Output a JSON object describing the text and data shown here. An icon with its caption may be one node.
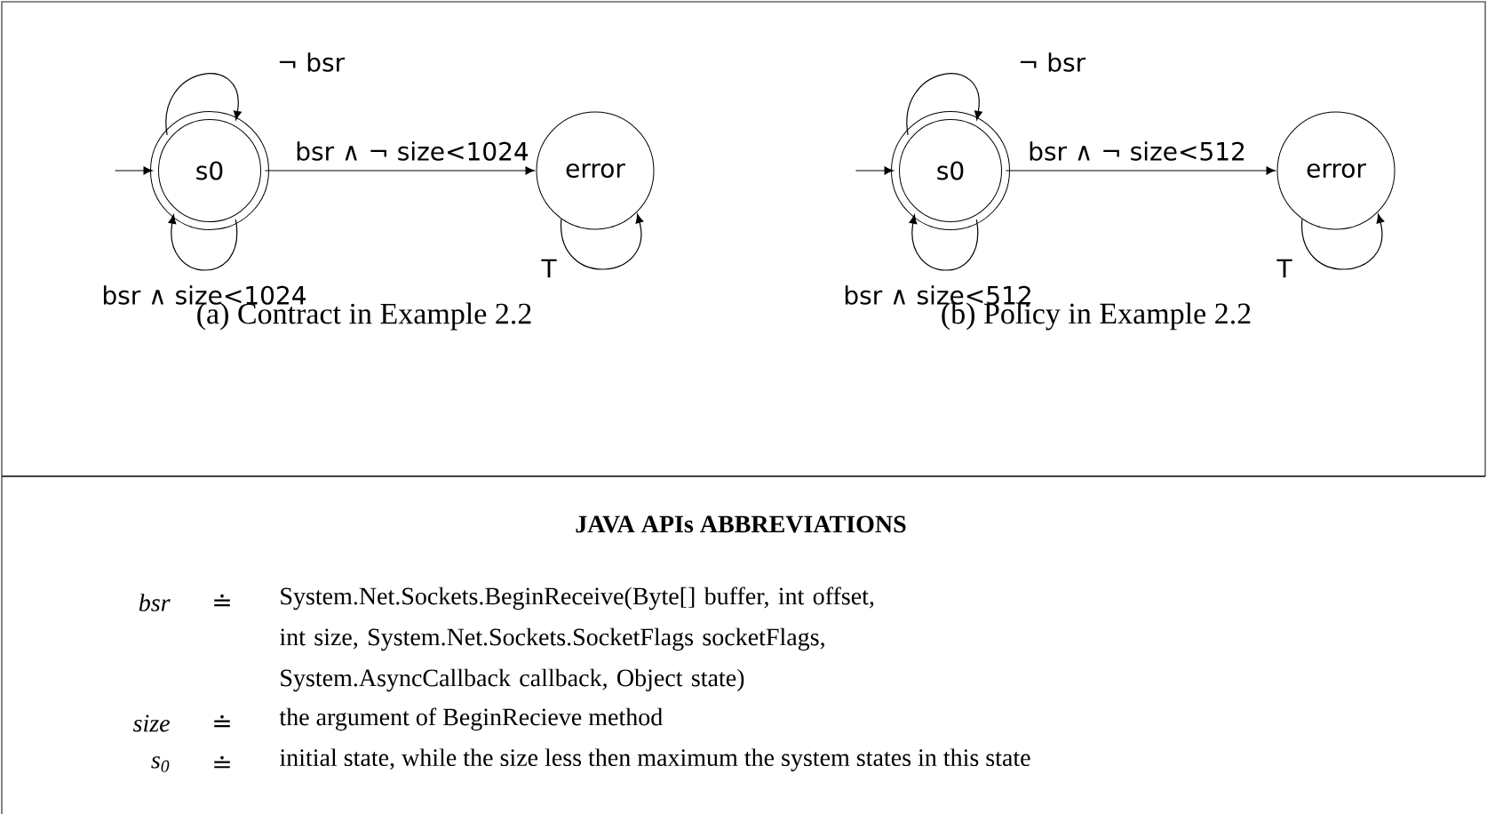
{
  "diagram": {
    "nodes": [
      {
        "text": [
          "s0"
        ]
      },
      {
        "text": [
          "error"
        ]
      },
      {
        "text": [
          "s0"
        ]
      },
      {
        "text": [
          "error"
        ]
      }
    ],
    "edges": [
      {
        "from": null,
        "to": 0,
        "arrow": "to"
      },
      {
        "from": 0,
        "to": 0,
        "arrow": "to",
        "label": "¬ bsr"
      },
      {
        "from": 0,
        "to": 1,
        "arrow": "to",
        "label": "bsr ∧ ¬ size<1024"
      },
      {
        "from": 0,
        "to": 0,
        "arrow": "to",
        "label": "bsr ∧ size<1024"
      },
      {
        "from": 1,
        "to": 1,
        "arrow": "to",
        "label": "T"
      },
      {
        "from": null,
        "to": 2,
        "arrow": "to"
      },
      {
        "from": 2,
        "to": 2,
        "arrow": "to",
        "label": "¬ bsr"
      },
      {
        "from": 2,
        "to": 3,
        "arrow": "to",
        "label": "bsr ∧ ¬ size<512"
      },
      {
        "from": 2,
        "to": 2,
        "arrow": "to",
        "label": "bsr ∧ size<512"
      },
      {
        "from": 3,
        "to": 3,
        "arrow": "to",
        "label": "T"
      }
    ],
    "labels": [
      "(a) Contract in Example 2.2",
      "(b) Policy in Example 2.2",
      "JAVA APIs ABBREVIATIONS",
      "bsr",
      "≐",
      "System.Net.Sockets.BeginReceive(Byte[] buffer, int offset, int size, System.Net.Sockets.SocketFlags socketFlags, System.AsyncCallback callback, Object state)",
      "size",
      "≐",
      "the argument of BeginRecieve method",
      "s$_{0}$",
      "≐",
      "initial state, while the size less then maximum the system states in this state"
    ]
  }
}
